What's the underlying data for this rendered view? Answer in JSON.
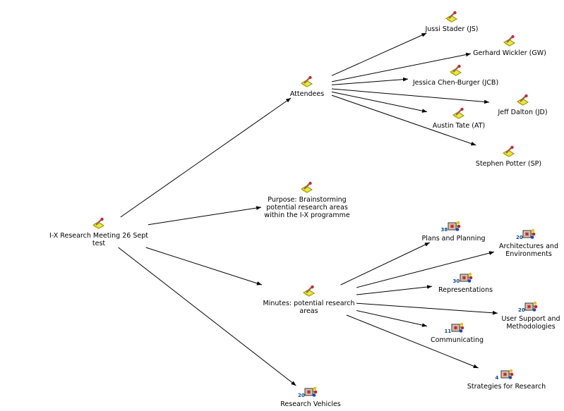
{
  "nodes": [
    {
      "id": "root",
      "label": "I-X Research Meeting 26 Sept\ntest",
      "icon": "note-pencil-icon"
    },
    {
      "id": "attendees",
      "label": "Attendees",
      "icon": "note-pencil-icon"
    },
    {
      "id": "purpose",
      "label": "Purpose: Brainstorming\npotential research areas\nwithin the I-X programme",
      "icon": "note-pencil-icon"
    },
    {
      "id": "minutes",
      "label": "Minutes: potential research\nareas",
      "icon": "note-pencil-icon"
    },
    {
      "id": "vehicles",
      "label": "Research Vehicles",
      "icon": "collection-icon",
      "count": "20"
    },
    {
      "id": "js",
      "label": "Jussi Stader (JS)",
      "icon": "note-pencil-icon"
    },
    {
      "id": "gw",
      "label": "Gerhard Wickler (GW)",
      "icon": "note-pencil-icon"
    },
    {
      "id": "jcb",
      "label": "Jessica Chen-Burger (JCB)",
      "icon": "note-pencil-icon"
    },
    {
      "id": "jd",
      "label": "Jeff Dalton (JD)",
      "icon": "note-pencil-icon"
    },
    {
      "id": "at",
      "label": "Austin Tate (AT)",
      "icon": "note-pencil-icon"
    },
    {
      "id": "sp",
      "label": "Stephen Potter (SP)",
      "icon": "note-pencil-icon"
    },
    {
      "id": "plans",
      "label": "Plans and Planning",
      "icon": "collection-icon",
      "count": "38"
    },
    {
      "id": "arch",
      "label": "Architectures and\nEnvironments",
      "icon": "collection-icon",
      "count": "20"
    },
    {
      "id": "repr",
      "label": "Representations",
      "icon": "collection-icon",
      "count": "30"
    },
    {
      "id": "user",
      "label": "User Support and\nMethodologies",
      "icon": "collection-icon",
      "count": "20"
    },
    {
      "id": "comm",
      "label": "Communicating",
      "icon": "collection-icon",
      "count": "11"
    },
    {
      "id": "strat",
      "label": "Strategies for Research",
      "icon": "collection-icon",
      "count": "4"
    }
  ],
  "edges": [
    [
      "root",
      "attendees"
    ],
    [
      "root",
      "purpose"
    ],
    [
      "root",
      "minutes"
    ],
    [
      "root",
      "vehicles"
    ],
    [
      "attendees",
      "js"
    ],
    [
      "attendees",
      "gw"
    ],
    [
      "attendees",
      "jcb"
    ],
    [
      "attendees",
      "jd"
    ],
    [
      "attendees",
      "at"
    ],
    [
      "attendees",
      "sp"
    ],
    [
      "minutes",
      "plans"
    ],
    [
      "minutes",
      "arch"
    ],
    [
      "minutes",
      "repr"
    ],
    [
      "minutes",
      "user"
    ],
    [
      "minutes",
      "comm"
    ],
    [
      "minutes",
      "strat"
    ]
  ]
}
